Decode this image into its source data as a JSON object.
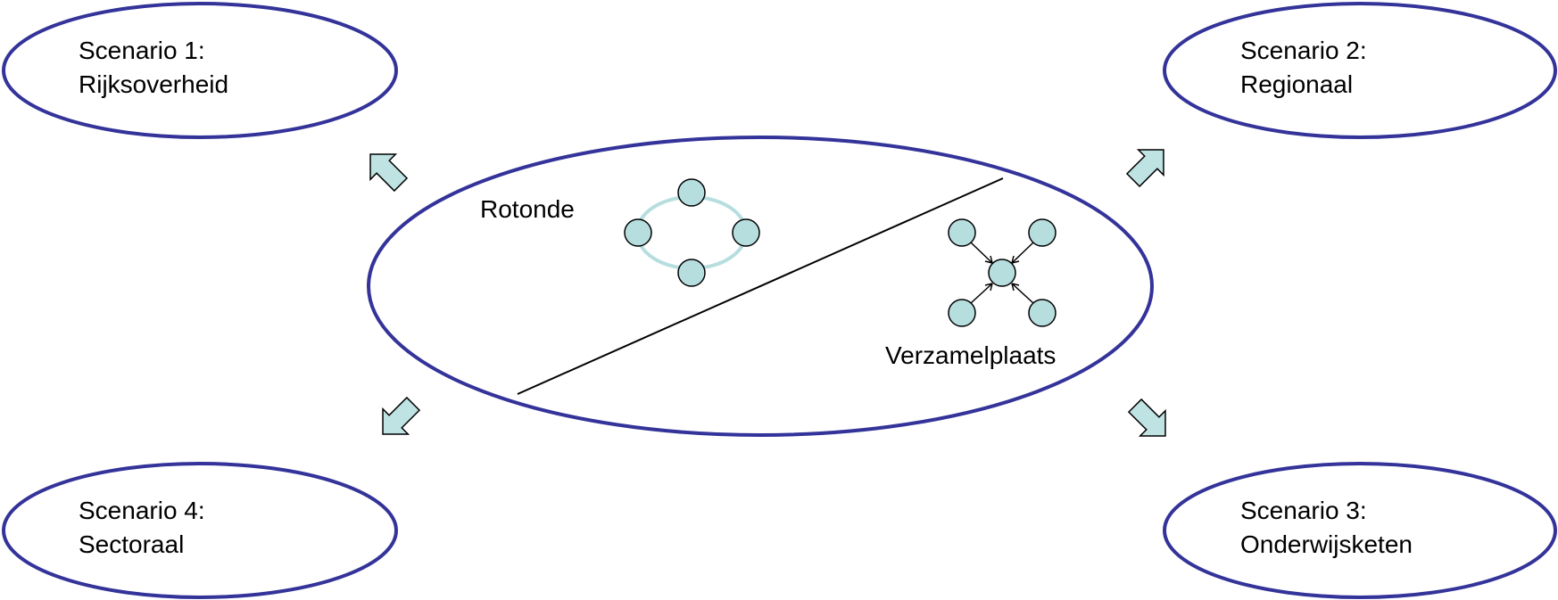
{
  "colors": {
    "ellipse_stroke": "#33339A",
    "arrow_fill": "#BFE3E3",
    "node_fill": "#B7DEDF",
    "ring_stroke": "#B7DEDF",
    "line": "#000000"
  },
  "scenarios": [
    {
      "line1": "Scenario 1:",
      "line2": "Rijksoverheid"
    },
    {
      "line1": "Scenario 2:",
      "line2": "Regionaal"
    },
    {
      "line1": "Scenario 3:",
      "line2": "Onderwijsketen"
    },
    {
      "line1": "Scenario 4:",
      "line2": "Sectoraal"
    }
  ],
  "center": {
    "rotonde_label": "Rotonde",
    "verzamelplaats_label": "Verzamelplaats"
  },
  "icons": {
    "arrows": [
      "arrow-up-left-icon",
      "arrow-up-right-icon",
      "arrow-down-right-icon",
      "arrow-down-left-icon"
    ],
    "rotonde": "roundabout-icon",
    "verzamelplaats": "hub-icon"
  }
}
